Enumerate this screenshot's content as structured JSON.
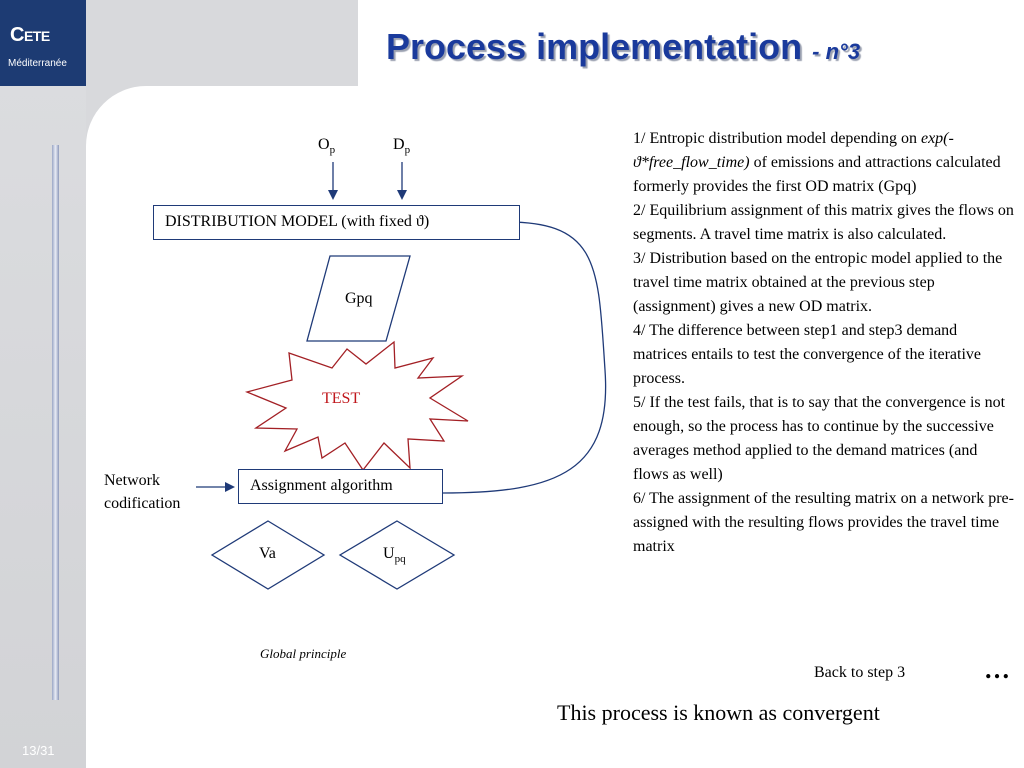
{
  "logo": {
    "name_big": "C",
    "name_rest": "ETE",
    "sub": "Méditerranée"
  },
  "page": {
    "number": "13/31"
  },
  "title": {
    "main": "Process implementation",
    "suffix": "- n°3"
  },
  "diagram": {
    "inputs": [
      {
        "base": "O",
        "sub": "p"
      },
      {
        "base": "D",
        "sub": "p"
      }
    ],
    "distribution_box": "DISTRIBUTION MODEL (with fixed ϑ)",
    "gpq": "Gpq",
    "test": "TEST",
    "network_label_line1": "Network",
    "network_label_line2": "codification",
    "assignment_box": "Assignment algorithm",
    "va": "Va",
    "upq": {
      "base": "U",
      "sub": "pq"
    },
    "caption": "Global principle"
  },
  "steps": {
    "s1_num": "1/",
    "s1_a": " Entropic distribution model depending on ",
    "s1_formula": "exp(-ϑ*free_flow_time)",
    "s1_b": " of emissions and attractions calculated formerly provides the first OD matrix (Gpq)",
    "s2": "2/ Equilibrium assignment of this matrix gives the flows on segments. A travel time matrix is also calculated.",
    "s3": "3/ Distribution based on the entropic model applied to the travel time matrix obtained at the previous step (assignment) gives a new OD matrix.",
    "s4": "4/ The difference between step1 and step3 demand matrices entails to test the convergence of the iterative process.",
    "s5": "5/ If the test fails, that is to say that the convergence is not enough, so the process has to continue by the successive averages method applied to the demand matrices (and flows as well)",
    "s6": "6/ The assignment of the resulting matrix on a network pre-assigned with the resulting flows provides the travel time matrix"
  },
  "back_link": "Back to step 3",
  "more": "…",
  "conclusion": "This process is known as convergent",
  "colors": {
    "title": "#1a3a9c",
    "logo_bg": "#1d3b73",
    "test_text": "#c0171c",
    "star_stroke": "#a32025",
    "box_stroke": "#1f3a78"
  }
}
